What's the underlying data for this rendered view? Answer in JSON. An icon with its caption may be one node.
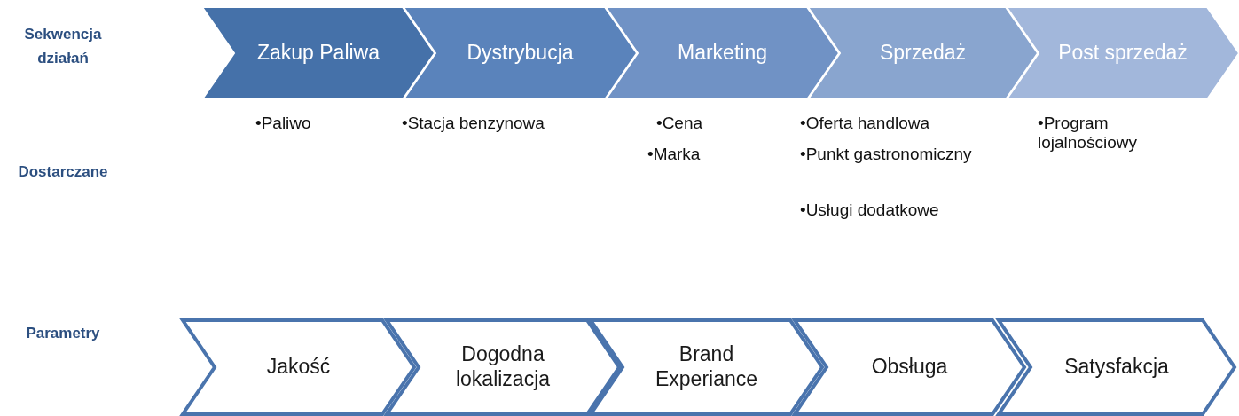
{
  "diagram": {
    "nodes": [
      {
        "text": [
          "Zakup Paliwa"
        ],
        "beside": [
          "•Paliwo"
        ]
      },
      {
        "text": [
          "Dystrybucja"
        ],
        "beside": [
          "•Stacja benzynowa"
        ]
      },
      {
        "text": [
          "Marketing"
        ],
        "beside": [
          "•Cena",
          "•Marka"
        ]
      },
      {
        "text": [
          "Sprzedaż"
        ],
        "beside": [
          "•Oferta handlowa",
          "•Punkt gastronomiczny",
          "•Usługi dodatkowe"
        ]
      },
      {
        "text": [
          "Post sprzedaż"
        ],
        "beside": [
          "•Program lojalnościowy"
        ]
      },
      {
        "text": [
          "Jakość"
        ]
      },
      {
        "text": [
          "Dogodna lokalizacja"
        ]
      },
      {
        "text": [
          "Brand Experiance"
        ]
      },
      {
        "text": [
          "Obsługa"
        ]
      },
      {
        "text": [
          "Satysfakcja"
        ]
      }
    ],
    "labels": [
      "Sekwencja działań",
      "Dostarczane",
      "Parametry"
    ]
  }
}
